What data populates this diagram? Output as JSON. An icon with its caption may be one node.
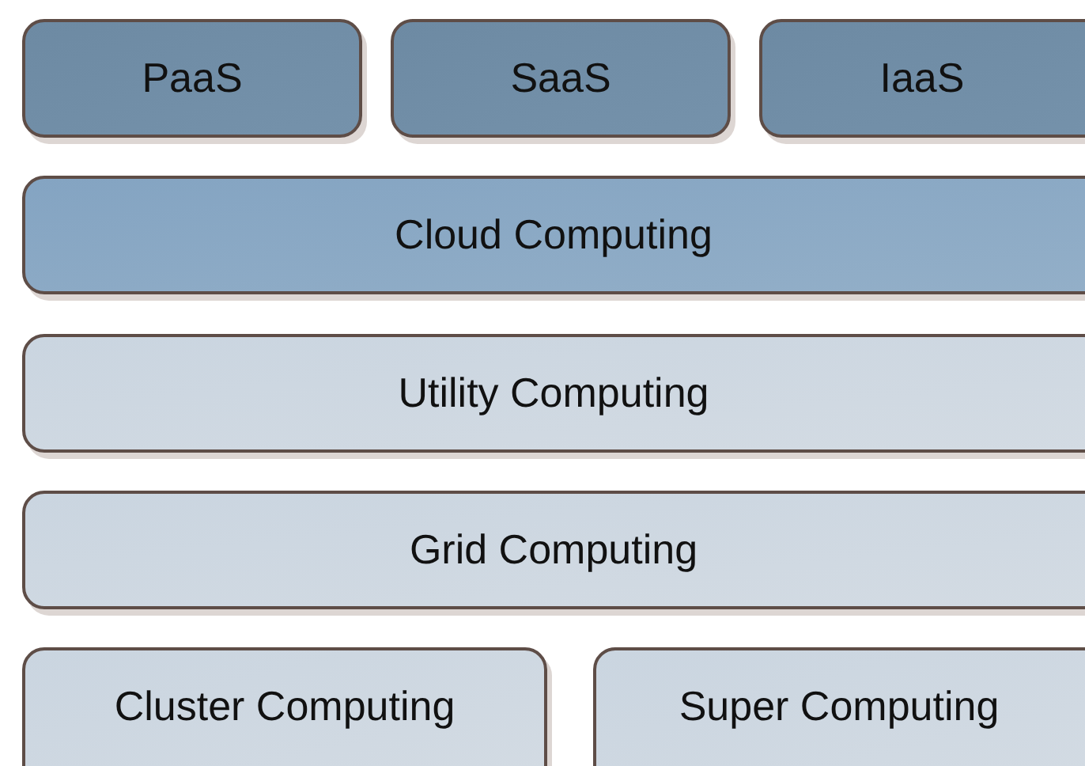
{
  "diagram": {
    "nodes": [
      {
        "text": [
          "PaaS"
        ]
      },
      {
        "text": [
          "SaaS"
        ]
      },
      {
        "text": [
          "IaaS"
        ]
      },
      {
        "text": [
          "Cloud Computing"
        ]
      },
      {
        "text": [
          "Utility Computing"
        ]
      },
      {
        "text": [
          "Grid Computing"
        ]
      },
      {
        "text": [
          "Cluster Computing"
        ]
      },
      {
        "text": [
          "Super Computing"
        ]
      }
    ]
  }
}
